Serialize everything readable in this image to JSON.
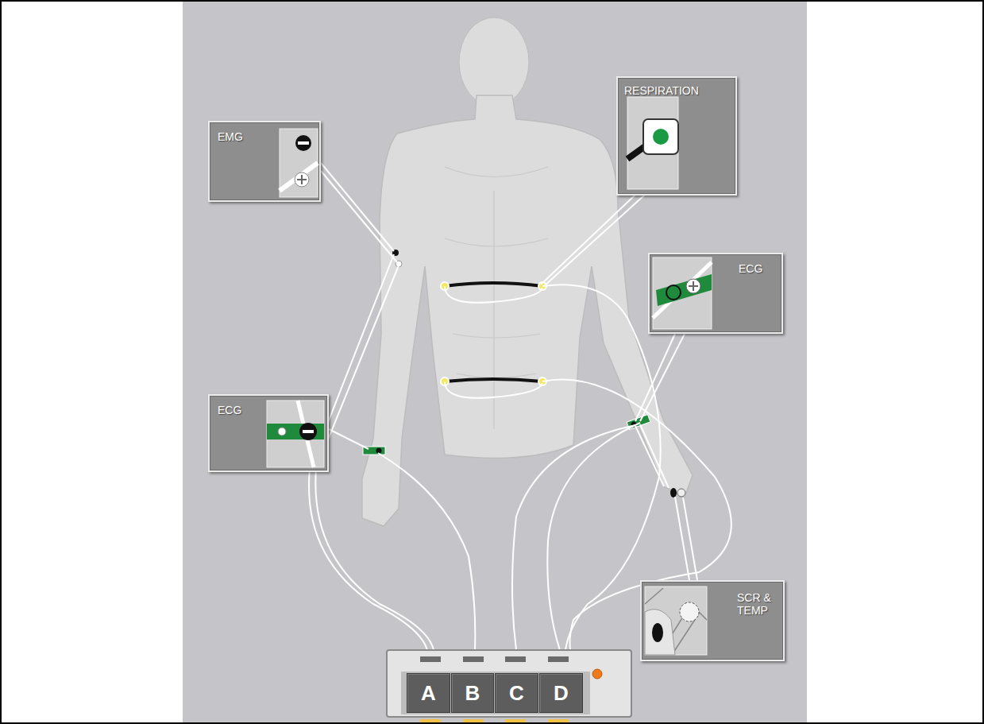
{
  "diagram": {
    "nodes": [
      {
        "text": [
          "EMG"
        ]
      },
      {
        "text": [
          "RESPIRATION"
        ]
      },
      {
        "text": [
          "ECG"
        ]
      },
      {
        "text": [
          "ECG"
        ]
      },
      {
        "text": [
          "SCR & TEMP"
        ]
      },
      {
        "text": [
          "A"
        ]
      },
      {
        "text": [
          "B"
        ]
      },
      {
        "text": [
          "C"
        ]
      },
      {
        "text": [
          "D"
        ]
      }
    ]
  }
}
